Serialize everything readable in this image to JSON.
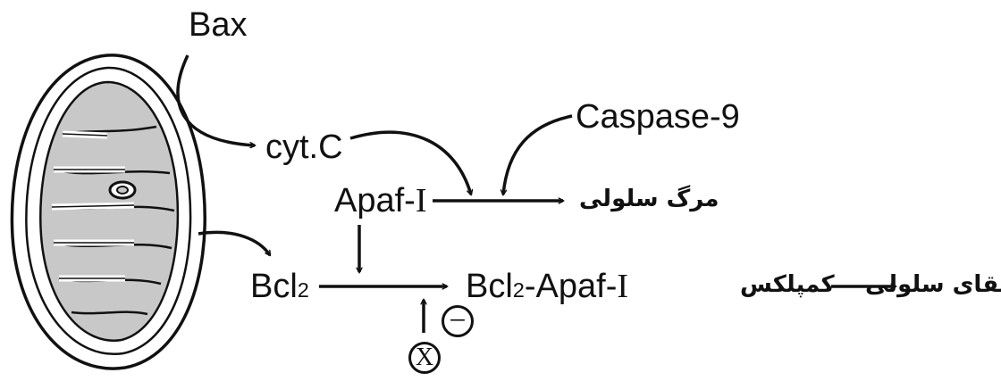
{
  "nodes": {
    "bax": "Bax",
    "cytc": "cyt.C",
    "caspase9": "Caspase-9",
    "apaf_prefix": "Apaf-",
    "apaf_numeral": "I",
    "cell_death": "مرگ سلولی",
    "bcl2_base": "Bcl",
    "bcl2_sub": "2",
    "complex_bcl": "Bcl",
    "complex_sub": "2",
    "complex_rest": "-Apaf-",
    "complex_numeral": "I",
    "complex_fa": "کمپلکس",
    "cell_survival": "بقای سلولی",
    "inhibitor_x": "X",
    "minus_sign": "−"
  },
  "colors": {
    "ink": "#111111",
    "mitochondrion_matrix": "#c8c8c8",
    "mitochondrion_fill": "#ffffff"
  },
  "icons": [
    "mitochondrion-icon",
    "inhibition-minus-icon",
    "inhibitor-x-icon"
  ]
}
